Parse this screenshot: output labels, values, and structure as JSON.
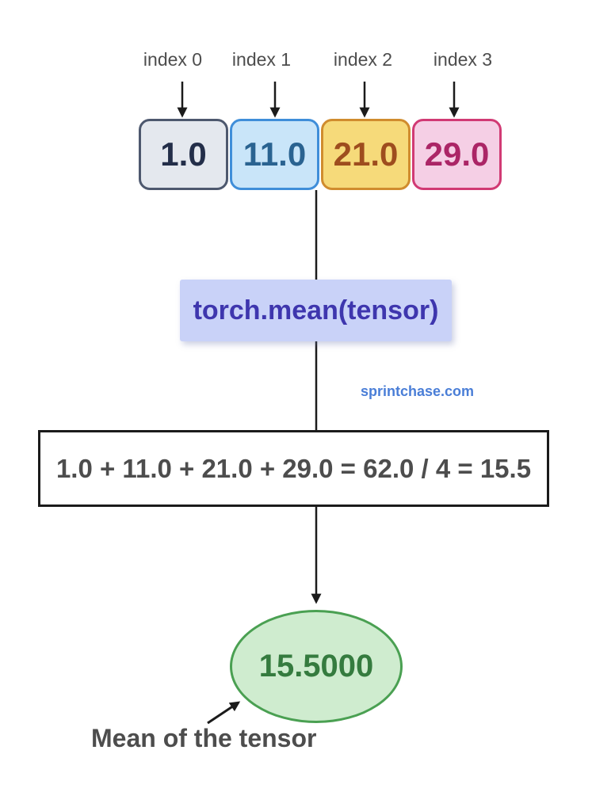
{
  "page": {
    "background": "#ffffff",
    "line_color": "#1b1b1b"
  },
  "tensor": {
    "index_labels": [
      "index 0",
      "index 1",
      "index 2",
      "index 3"
    ],
    "cells": [
      {
        "value": "1.0",
        "fill": "#e4e8ee",
        "border": "#4d586e",
        "text": "#232e49"
      },
      {
        "value": "11.0",
        "fill": "#c9e5f9",
        "border": "#3f8ed9",
        "text": "#2a6391"
      },
      {
        "value": "21.0",
        "fill": "#f6da7a",
        "border": "#d08c2e",
        "text": "#9e4d1e"
      },
      {
        "value": "29.0",
        "fill": "#f5cfe5",
        "border": "#d13a74",
        "text": "#ab2566"
      }
    ]
  },
  "function_box": {
    "label": "torch.mean(tensor)",
    "fill": "#c9d2f8",
    "text": "#3e36ae"
  },
  "watermark": {
    "label": "sprintchase.com",
    "color": "#4a7ed7"
  },
  "calculation_box": {
    "expression": "1.0 + 11.0 + 21.0 + 29.0 = 62.0 / 4 = 15.5"
  },
  "result": {
    "value": "15.5000",
    "fill": "#cfeccf",
    "border": "#4aa052",
    "text": "#357b3f",
    "caption": "Mean of the tensor"
  }
}
